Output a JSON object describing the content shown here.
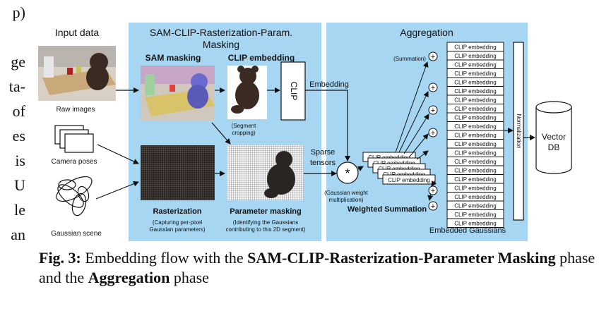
{
  "left_margin_text": [
    "p)",
    "ge",
    "ta-",
    "of",
    "es",
    "is",
    "U",
    "le",
    "an"
  ],
  "diagram": {
    "input_title": "Input data",
    "raw_images_label": "Raw images",
    "camera_poses_label": "Camera poses",
    "gaussian_scene_label": "Gaussian scene",
    "phase1_title_line1": "SAM-CLIP-Rasterization-Param.",
    "phase1_title_line2": "Masking",
    "sam_masking": "SAM masking",
    "clip_embedding": "CLIP embedding",
    "clip_box": "CLIP",
    "segment_cropping_line1": "(Segment",
    "segment_cropping_line2": "cropping)",
    "rasterization": "Rasterization",
    "rasterization_note_line1": "(Capturing per-pixel",
    "rasterization_note_line2": "Gaussian parameters)",
    "parameter_masking": "Parameter masking",
    "param_note_line1": "(Identifying the Gaussians",
    "param_note_line2": "contributing to this 2D segment)",
    "embedding_label": "Embedding",
    "sparse_label_line1": "Sparse",
    "sparse_label_line2": "tensors",
    "multiply_symbol": "*",
    "gauss_weight_line1": "(Gaussian weight",
    "gauss_weight_line2": "multiplication)",
    "weighted_summation": "Weighted Summation",
    "phase2_title": "Aggregation",
    "summation_label": "(Summation)",
    "stack_item": "CLIP embedding",
    "stacked_embedding_item": "CLIP embedding",
    "normalization": "Normalization",
    "vector_db_line1": "Vector",
    "vector_db_line2": "DB",
    "embedded_gaussians": "Embedded Gaussians",
    "plus_symbol": "+"
  },
  "caption": {
    "fig": "Fig. 3:",
    "part1": " Embedding flow with the ",
    "bold1": "SAM-CLIP-Rasterization-Parameter Masking",
    "part2": " phase and the ",
    "bold2": "Aggregation",
    "part3": " phase"
  },
  "colors": {
    "panel_blue": "#a6d6f2",
    "photo_floor": "#c9b79a",
    "teddy": "#3a2a22"
  }
}
